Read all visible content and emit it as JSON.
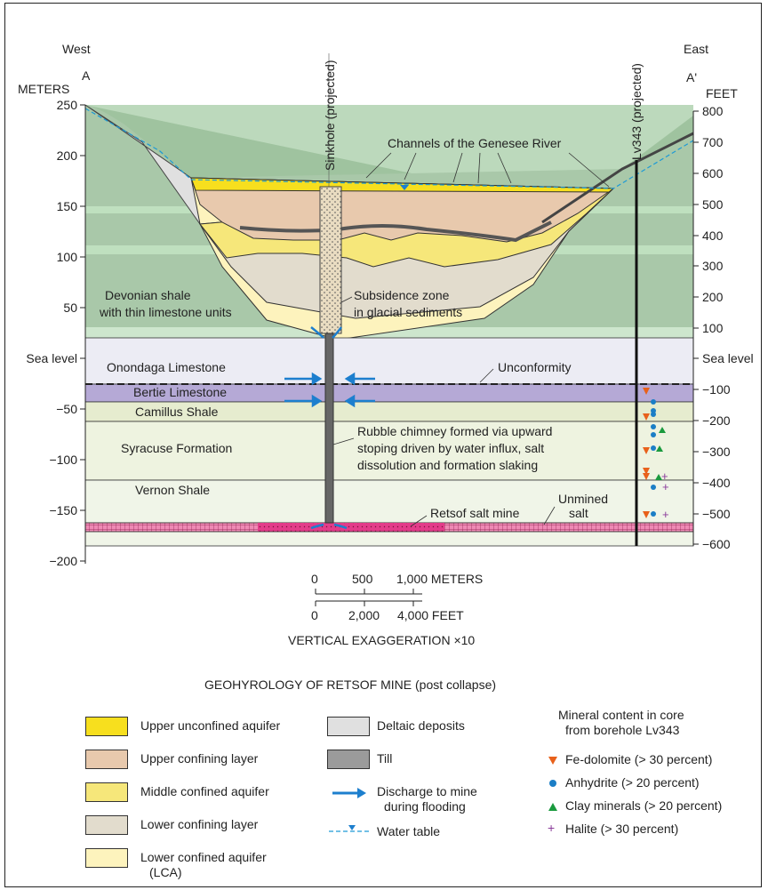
{
  "labels": {
    "west": "West",
    "a": "A",
    "east": "East",
    "a_prime": "A'",
    "meters": "METERS",
    "feet": "FEET",
    "sinkhole": "Sinkhole (projected)",
    "lv343": "Lv343 (projected)",
    "channels": "Channels of the Genesee River",
    "devonian1": "Devonian shale",
    "devonian2": "with thin limestone units",
    "subsidence1": "Subsidence zone",
    "subsidence2": "in glacial sediments",
    "onondaga": "Onondaga Limestone",
    "unconformity": "Unconformity",
    "bertie": "Bertie Limestone",
    "camillus": "Camillus Shale",
    "syracuse": "Syracuse Formation",
    "vernon": "Vernon Shale",
    "rubble1": "Rubble chimney formed via upward",
    "rubble2": "stoping driven by water influx, salt",
    "rubble3": "dissolution and formation slaking",
    "retsof_mine": "Retsof salt mine",
    "unmined1": "Unmined",
    "unmined2": "salt"
  },
  "axis_left": [
    "250",
    "200",
    "150",
    "100",
    "50",
    "Sea level",
    "−50",
    "−100",
    "−150",
    "−200"
  ],
  "axis_right": [
    "800",
    "700",
    "600",
    "500",
    "400",
    "300",
    "200",
    "100",
    "Sea level",
    "−100",
    "−200",
    "−300",
    "−400",
    "−500",
    "−600"
  ],
  "scale": {
    "m0": "0",
    "m500": "500",
    "m1000": "1,000 METERS",
    "f0": "0",
    "f2000": "2,000",
    "f4000": "4,000 FEET",
    "exaggeration": "VERTICAL EXAGGERATION ×10"
  },
  "title": "GEOHYROLOGY OF RETSOF MINE (post collapse)",
  "legend": {
    "upper_unconfined": "Upper unconfined aquifer",
    "upper_confining": "Upper confining layer",
    "middle_confined": "Middle confined aquifer",
    "lower_confining": "Lower confining layer",
    "lca1": "Lower confined aquifer",
    "lca2": "(LCA)",
    "deltaic": "Deltaic deposits",
    "till": "Till",
    "discharge1": "Discharge to mine",
    "discharge2": "during flooding",
    "water_table": "Water table",
    "mineral_title1": "Mineral content in core",
    "mineral_title2": "from borehole Lv343",
    "fe_dolomite": "Fe-dolomite (> 30 percent)",
    "anhydrite": "Anhydrite (> 20 percent)",
    "clay": "Clay minerals (> 20 percent)",
    "halite": "Halite (> 30 percent)"
  },
  "colors": {
    "shale": "#9fc39f",
    "upper_unconfined": "#f7df1e",
    "upper_confining": "#e8c9ad",
    "middle_confined": "#f6e77a",
    "lower_confining": "#e2dccd",
    "lca": "#fdf3bd",
    "deltaic": "#e0e0e0",
    "till": "#9b9b9b",
    "onondaga": "#ececf4",
    "bertie": "#b5a9d6",
    "camillus": "#e6eccf",
    "syracuse": "#eef3e0",
    "vernon": "#f0f5e8",
    "salt": "#e33c8a",
    "discharge": "#1d7fce",
    "fe_dolomite": "#e8611b",
    "anhydrite": "#1b7ec6",
    "clay": "#1a9a3e",
    "halite": "#8a3c9a"
  }
}
